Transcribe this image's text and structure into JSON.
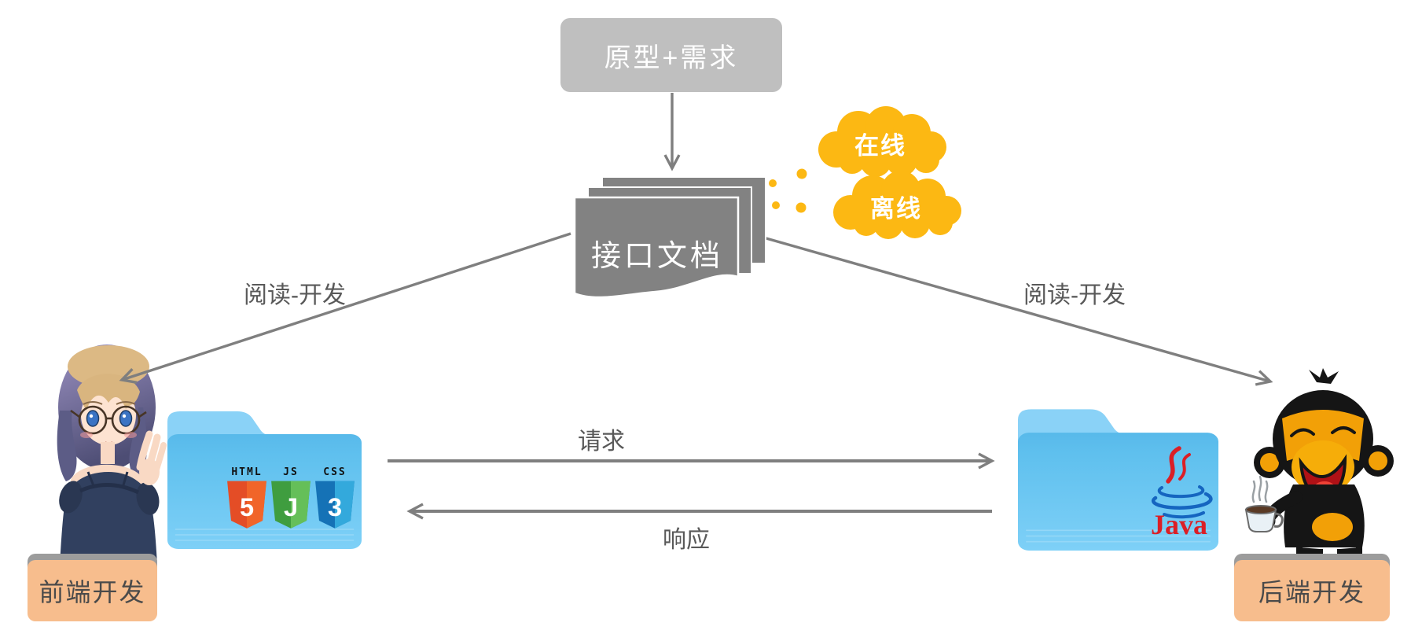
{
  "flow": {
    "source_box_label": "原型+需求",
    "document_label": "接口文档",
    "clouds": [
      {
        "label": "在线"
      },
      {
        "label": "离线"
      }
    ],
    "edges": {
      "left_read_label": "阅读-开发",
      "right_read_label": "阅读-开发",
      "request_label": "请求",
      "response_label": "响应"
    }
  },
  "frontend": {
    "role_label": "前端开发",
    "badges": [
      {
        "name": "HTML",
        "glyph": "5",
        "color": "#e44d26",
        "color_light": "#f16529"
      },
      {
        "name": "JS",
        "glyph": "J",
        "color": "#3f9d3f",
        "color_light": "#65bf59"
      },
      {
        "name": "CSS",
        "glyph": "3",
        "color": "#1572b6",
        "color_light": "#33a9dc"
      }
    ]
  },
  "backend": {
    "role_label": "后端开发",
    "tech_label": "Java"
  },
  "icons": {
    "document_stack": "stacked-paper-documents",
    "clouds": "thought-bubbles",
    "folders": "blue-file-folder"
  },
  "colors": {
    "source_box_bg": "#bfbfbf",
    "document_bg": "#828282",
    "arrow": "#7f7f7f",
    "edge_text": "#595959",
    "cloud_yellow": "#fcb813",
    "folder_blue": "#6ac6f2",
    "role_label_bg": "#f7bd8d",
    "java_red": "#db1f26",
    "java_blue": "#1565c0"
  }
}
